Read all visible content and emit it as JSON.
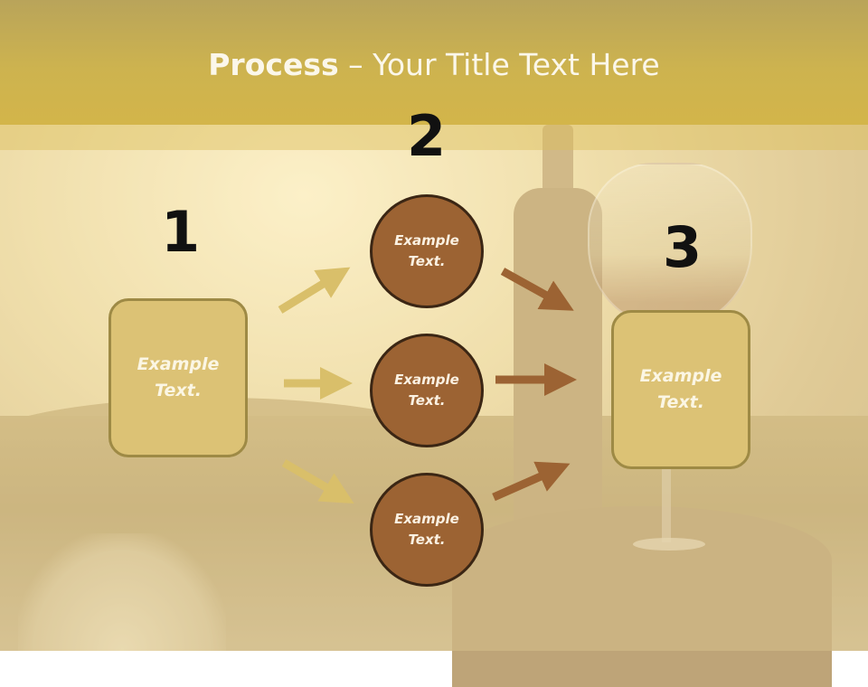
{
  "title": {
    "bold": "Process",
    "rest": " – Your Title Text Here"
  },
  "steps": [
    {
      "number": "1",
      "label": "Example\nText."
    },
    {
      "number": "2",
      "label": "Example\nText."
    },
    {
      "number": "3",
      "label": "Example\nText."
    }
  ],
  "circles": [
    {
      "label": "Example\nText."
    },
    {
      "label": "Example\nText."
    },
    {
      "label": "Example\nText."
    }
  ],
  "colors": {
    "header": "#cdb34f",
    "box_fill": "#dcc275",
    "circle_fill": "#9c6333",
    "arrow_light": "#d9bf6a",
    "arrow_dark": "#9c6333"
  }
}
